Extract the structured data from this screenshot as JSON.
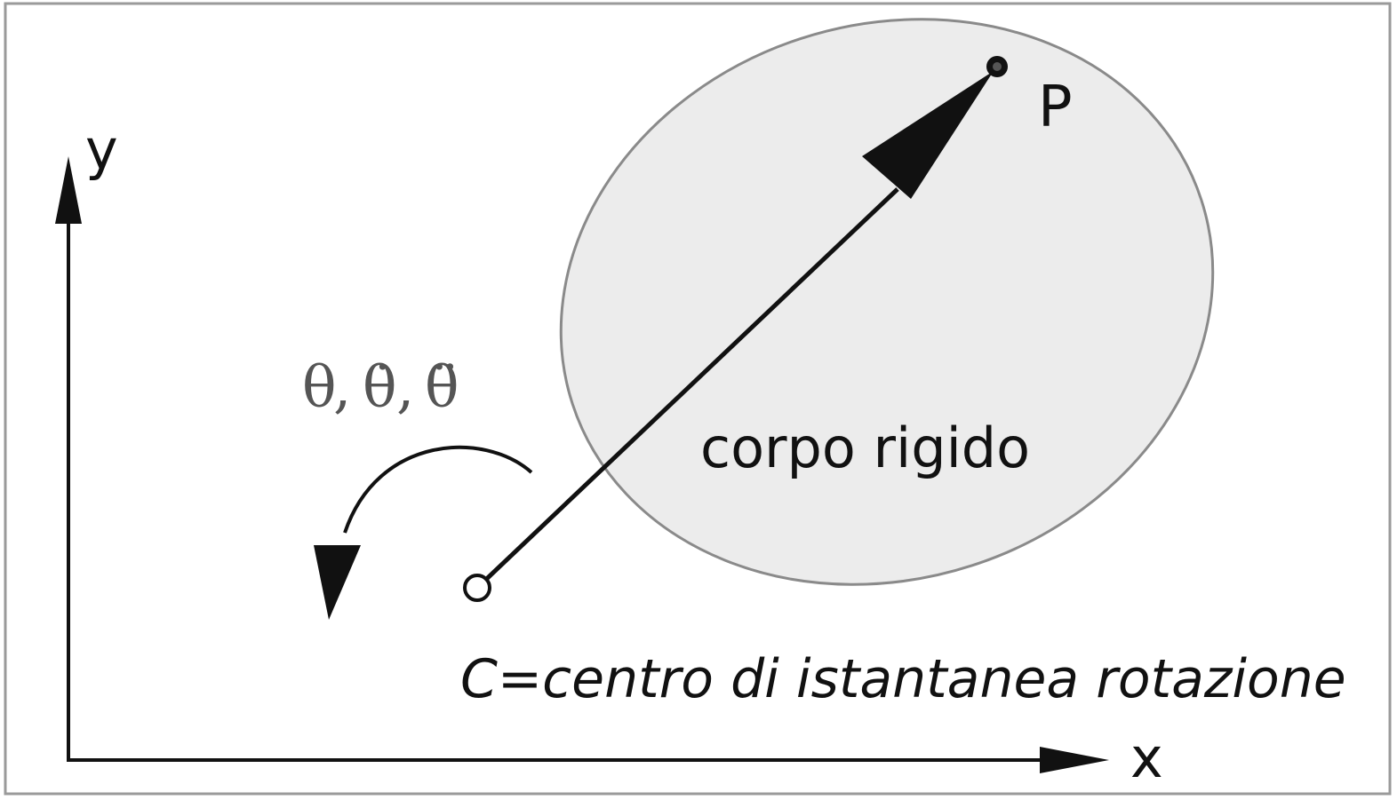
{
  "labels": {
    "y_axis": "y",
    "x_axis": "x",
    "point": "P",
    "body": "corpo rigido",
    "center": "C=centro di istantanea rotazione",
    "angle_theta": "θ",
    "angle_theta_dot": "θ̇",
    "angle_theta_ddot": "θ̈",
    "separator": ","
  },
  "colors": {
    "body_fill": "#ececec",
    "body_stroke": "#8a8a8a",
    "ink": "#111111",
    "frame": "#9a9a9a",
    "angle_text": "#555555"
  }
}
